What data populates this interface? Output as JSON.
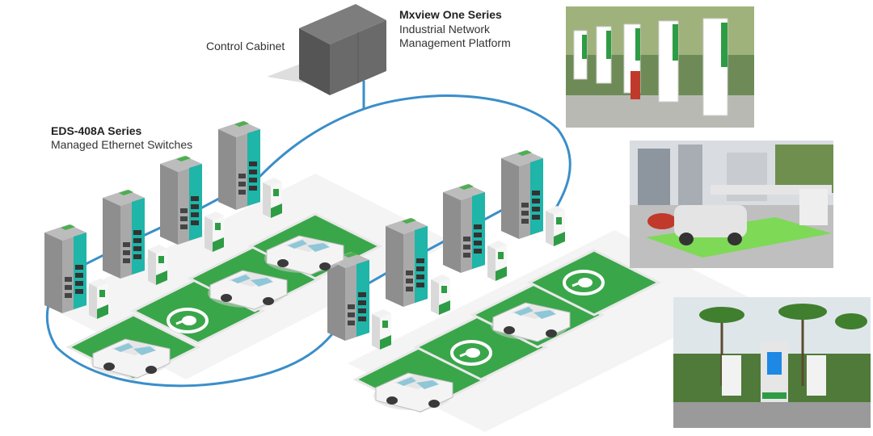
{
  "labels": {
    "control_cabinet": "Control Cabinet",
    "mxview_title": "Mxview One Series",
    "mxview_sub_1": "Industrial Network",
    "mxview_sub_2": "Management Platform",
    "eds_title": "EDS-408A Series",
    "eds_sub": "Managed Ethernet Switches"
  },
  "colors": {
    "network_line": "#3a8ec9",
    "parking_green": "#3aa64a",
    "switch_accent": "#1fb5a8",
    "cabinet_gray": "#6a6a6a",
    "charger_green": "#2e9c45"
  },
  "icons": {
    "parking_spot": "ev-plug-icon"
  }
}
